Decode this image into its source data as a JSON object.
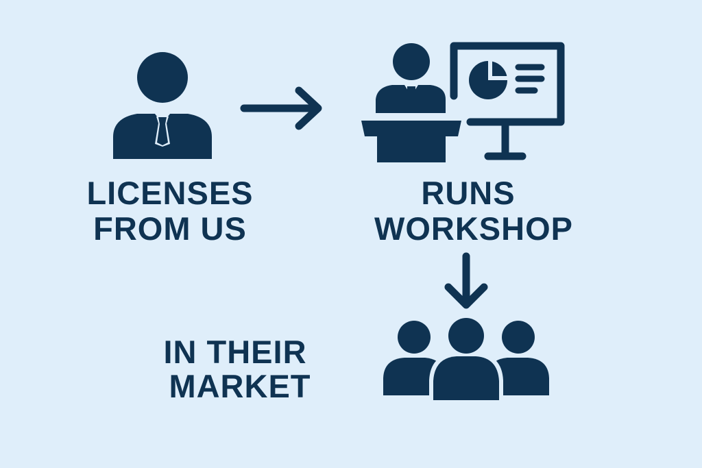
{
  "colors": {
    "background": "#dfeefa",
    "foreground": "#0f3352"
  },
  "steps": [
    {
      "icon": "businessman-icon",
      "lines": [
        "LICENSES",
        "FROM US"
      ]
    },
    {
      "icon": "presenter-icon",
      "lines": [
        "RUNS",
        "WORKSHOP"
      ]
    },
    {
      "icon": "audience-group-icon",
      "lines": [
        "IN THEIR",
        "MARKET"
      ]
    }
  ]
}
